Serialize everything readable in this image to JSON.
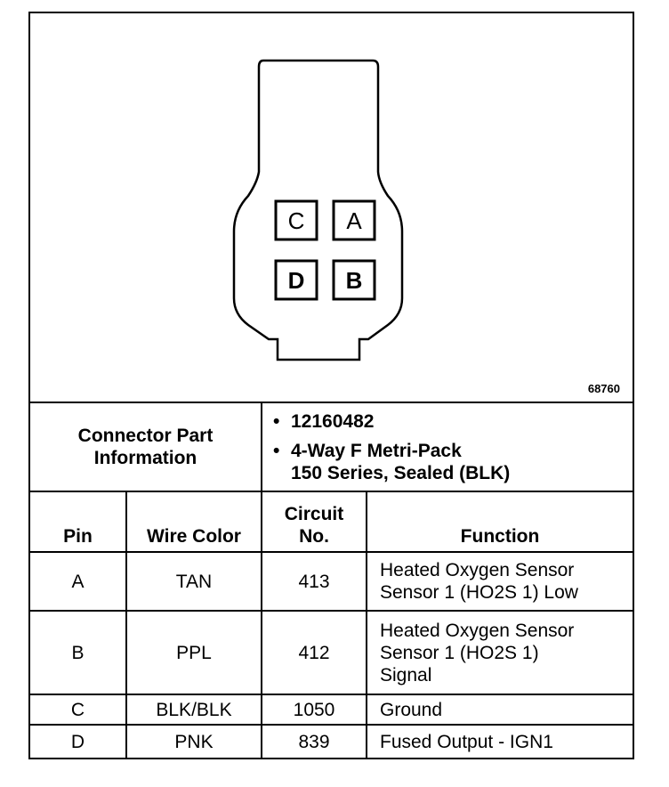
{
  "figure_id": "68760",
  "connector": {
    "pins_shown": [
      "C",
      "A",
      "D",
      "B"
    ]
  },
  "info": {
    "label_line1": "Connector Part",
    "label_line2": "Information",
    "part_number": "12160482",
    "description_line1": "4-Way F Metri-Pack",
    "description_line2": "150 Series, Sealed (BLK)"
  },
  "columns": {
    "pin": "Pin",
    "wire_color": "Wire Color",
    "circuit_line1": "Circuit",
    "circuit_line2": "No.",
    "function": "Function"
  },
  "rows": [
    {
      "pin": "A",
      "wire_color": "TAN",
      "circuit": "413",
      "function": [
        "Heated Oxygen Sensor",
        "Sensor 1 (HO2S 1) Low"
      ]
    },
    {
      "pin": "B",
      "wire_color": "PPL",
      "circuit": "412",
      "function": [
        "Heated Oxygen Sensor",
        "Sensor 1 (HO2S 1)",
        "Signal"
      ]
    },
    {
      "pin": "C",
      "wire_color": "BLK/BLK",
      "circuit": "1050",
      "function": [
        "Ground"
      ]
    },
    {
      "pin": "D",
      "wire_color": "PNK",
      "circuit": "839",
      "function": [
        "Fused Output - IGN1"
      ]
    }
  ]
}
